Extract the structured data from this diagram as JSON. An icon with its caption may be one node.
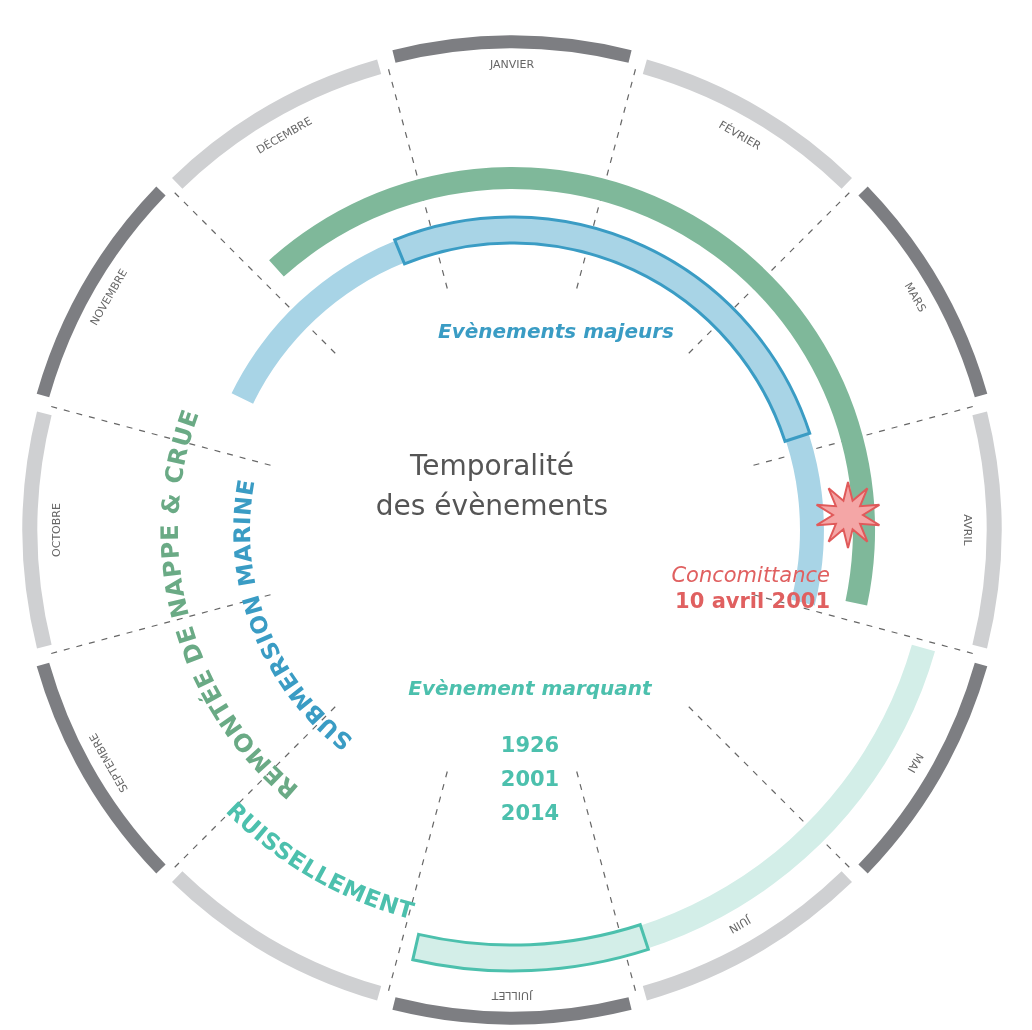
{
  "diagram": {
    "title": "Temporalité des évènements",
    "nodes": [
      {
        "text": [
          "JANVIER"
        ]
      },
      {
        "text": [
          "FÉVRIER"
        ]
      },
      {
        "text": [
          "MARS"
        ]
      },
      {
        "text": [
          "AVRIL"
        ]
      },
      {
        "text": [
          "MAI"
        ]
      },
      {
        "text": [
          "JUIN"
        ]
      },
      {
        "text": [
          "JUILLET"
        ]
      },
      {
        "text": [],
        "shape": "bar"
      },
      {
        "text": [
          "SEPTEMBRE"
        ]
      },
      {
        "text": [
          "OCTOBRE"
        ]
      },
      {
        "text": [
          "NOVEMBRE"
        ]
      },
      {
        "text": [
          "DÉCEMBRE"
        ]
      },
      {
        "text": [
          "REMONTÉE DE NAPPE & CRUE"
        ]
      },
      {
        "text": [
          "SUBMERSION MARINE"
        ]
      },
      {
        "text": [],
        "shape": "bar",
        "in": 13,
        "beside": [
          "Evènements majeurs"
        ]
      },
      {
        "text": [
          "RUISSELLEMENT"
        ]
      },
      {
        "text": [],
        "shape": "bar",
        "in": 15
      },
      {
        "text": [],
        "shape": "star",
        "beside": [
          "Concomittance",
          "10 avril 2001"
        ]
      }
    ],
    "labels": [
      "Evènement marquant",
      "1926",
      "2001",
      "2014"
    ]
  }
}
